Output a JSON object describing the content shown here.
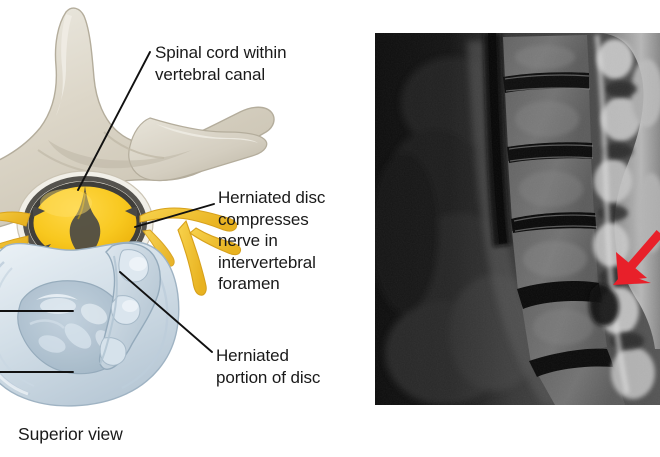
{
  "figure": {
    "type": "medical-illustration",
    "subject": "Herniated intervertebral disc",
    "panels": [
      "superior-view-illustration",
      "sagittal-mri"
    ]
  },
  "labels": {
    "spinal_cord": "Spinal cord within\nvertebral canal",
    "herniated_compresses": "Herniated disc\ncompresses\nnerve in\nintervertebral\nforamen",
    "herniated_portion": "Herniated\nportion of disc",
    "view_caption": "Superior view"
  },
  "colors": {
    "bone": "#d9d3c5",
    "bone_shadow": "#b9b2a2",
    "bone_light": "#e8e4da",
    "spinal_cord": "#f5c518",
    "spinal_cord_dark": "#e0a90e",
    "dura": "#4a4a46",
    "nerve": "#f0c02e",
    "disc": "#ccd8e2",
    "disc_dark": "#a9bccb",
    "disc_light": "#e3ebf2",
    "nucleus": "#b6c6d4",
    "leader_line": "#111111",
    "text": "#1a1a1a",
    "arrow_red": "#e8202a",
    "mri_background": "#0b0b0b",
    "page_background": "#ffffff"
  },
  "mri": {
    "modality": "MRI",
    "plane": "sagittal",
    "region": "lumbar spine",
    "annotation_icon": "red-arrow-icon",
    "annotation_points_to": "herniated disc"
  },
  "anatomy_parts": [
    {
      "name": "spinous-process",
      "region": "posterior"
    },
    {
      "name": "transverse-process",
      "region": "lateral"
    },
    {
      "name": "vertebral-canal",
      "region": "central"
    },
    {
      "name": "spinal-cord",
      "region": "central"
    },
    {
      "name": "spinal-nerve-root",
      "region": "lateral"
    },
    {
      "name": "intervertebral-disc",
      "region": "anterior"
    },
    {
      "name": "nucleus-pulposus",
      "region": "anterior-central"
    },
    {
      "name": "herniated-disc-portion",
      "region": "posterolateral"
    }
  ]
}
